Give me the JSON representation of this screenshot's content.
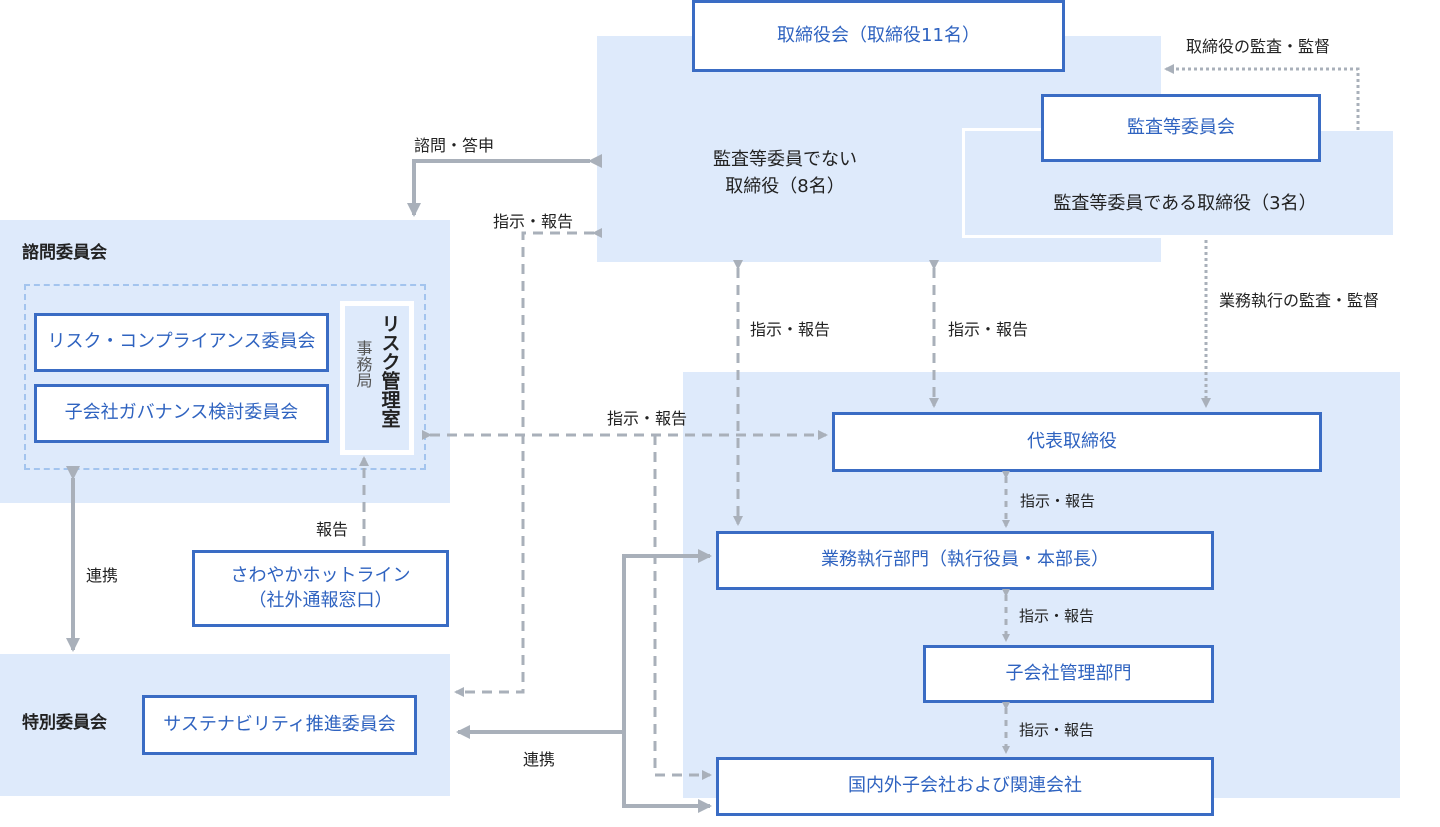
{
  "board": {
    "title": "取締役会（取締役11名）",
    "non_audit_directors": "監査等委員でない\n取締役（8名）",
    "audit_committee": "監査等委員会",
    "audit_directors": "監査等委員である取締役（3名）"
  },
  "advisory": {
    "title": "諮問委員会",
    "committees": [
      "リスク・コンプライアンス委員会",
      "子会社ガバナンス検討委員会"
    ],
    "secretariat_office": "リスク管理室",
    "secretariat_label": "事務局"
  },
  "hotline": {
    "label": "さわやかホットライン\n（社外通報窓口）"
  },
  "special": {
    "title": "特別委員会",
    "committee": "サステナビリティ推進委員会"
  },
  "execution": {
    "representative": "代表取締役",
    "business_division": "業務執行部門（執行役員・本部長）",
    "subsidiary_management": "子会社管理部門",
    "group_companies": "国内外子会社および関連会社"
  },
  "connectors": {
    "consult_reply": "諮問・答申",
    "instruct_report": "指示・報告",
    "report": "報告",
    "cooperation": "連携",
    "board_audit": "取締役の監査・監督",
    "execution_audit": "業務執行の監査・監督"
  },
  "colors": {
    "panel": "#deeafb",
    "box_border": "#3a6cc4",
    "box_text": "#2f63c0",
    "connector": "#a9b0ba"
  }
}
